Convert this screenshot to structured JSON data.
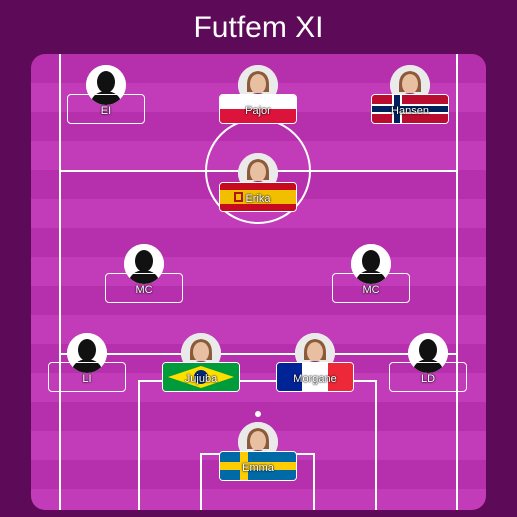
{
  "title": "Futfem XI",
  "players": [
    {
      "id": "ei",
      "name": "EI",
      "flag": "none",
      "photo": false
    },
    {
      "id": "pajor",
      "name": "Pajor",
      "flag": "poland",
      "photo": true
    },
    {
      "id": "hansen",
      "name": "Hansen",
      "flag": "norway",
      "photo": true
    },
    {
      "id": "erika",
      "name": "Erika",
      "flag": "spain",
      "photo": true
    },
    {
      "id": "mc-left",
      "name": "MC",
      "flag": "none",
      "photo": false
    },
    {
      "id": "mc-right",
      "name": "MC",
      "flag": "none",
      "photo": false
    },
    {
      "id": "li",
      "name": "LI",
      "flag": "none",
      "photo": false
    },
    {
      "id": "jujuba",
      "name": "Jujuba",
      "flag": "brazil",
      "photo": true
    },
    {
      "id": "morgane",
      "name": "Morgane",
      "flag": "france",
      "photo": true
    },
    {
      "id": "ld",
      "name": "LD",
      "flag": "none",
      "photo": false
    },
    {
      "id": "emma",
      "name": "Emma",
      "flag": "sweden",
      "photo": true
    }
  ]
}
